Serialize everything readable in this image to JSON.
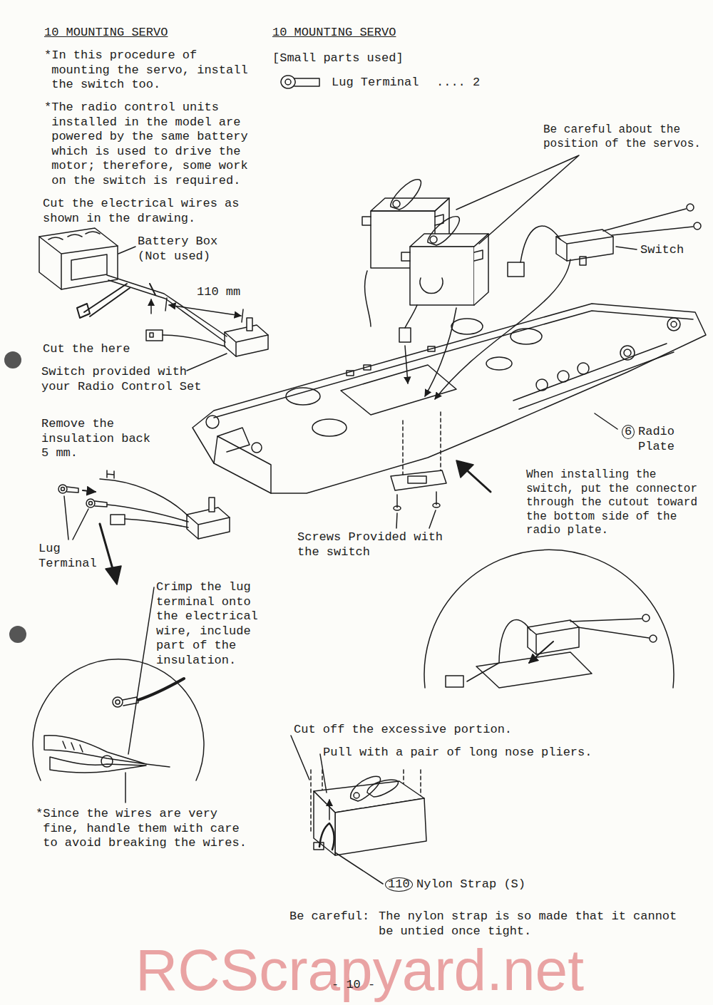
{
  "diagram": {
    "title": "10 MOUNTING SERVO",
    "labels": [
      "*In this procedure of mounting the servo, install the switch too.",
      "*The radio control units installed in the model are powered by the same battery which is used to drive the motor; therefore, some work on the switch is required.",
      "Cut the electrical wires as shown in the drawing.",
      "Battery Box (Not used)",
      "110 mm",
      "Cut the here",
      "Switch provided with your Radio Control Set",
      "Remove the insulation back 5 mm.",
      "Lug Terminal",
      "Crimp the lug terminal onto the electrical wire, include part of the insulation.",
      "*Since the wires are very fine, handle them with care to avoid breaking the wires.",
      "10 MOUNTING SERVO",
      "[Small parts used]",
      "Lug Terminal",
      ".... 2",
      "Be careful about the position of the servos.",
      "Switch",
      "6",
      "Radio Plate",
      "When installing the switch, put the connector through the cutout toward the bottom side of the radio plate.",
      "Screws Provided with the switch",
      "Cut off the excessive portion.",
      "Pull with a pair of long nose pliers.",
      "110",
      "Nylon Strap (S)",
      "Be careful:",
      "The nylon strap is so made that it cannot be untied once tight.",
      "- 10 -",
      "RCScrapyard.net"
    ]
  }
}
